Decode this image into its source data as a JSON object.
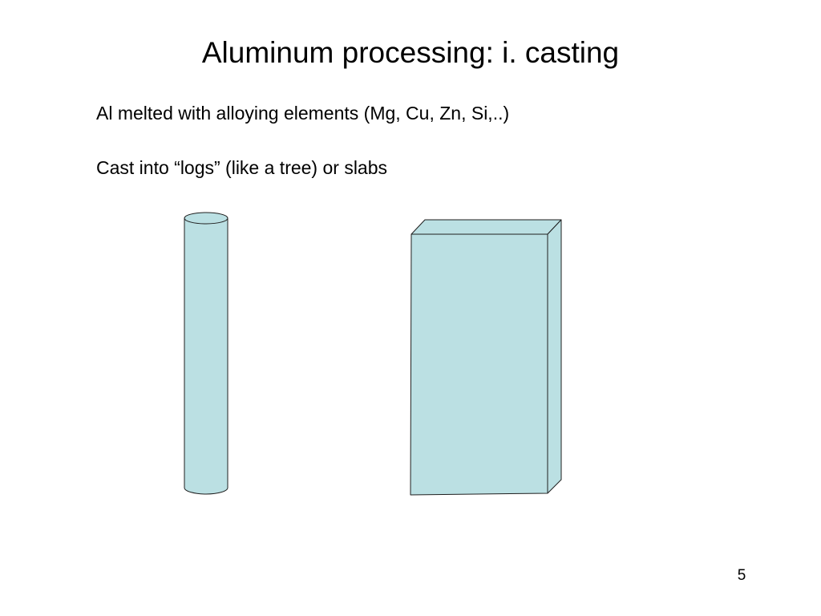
{
  "slide": {
    "title": "Aluminum processing: i. casting",
    "body_lines": [
      "Al melted with alloying elements (Mg, Cu, Zn, Si,..)",
      "Cast into “logs” (like a tree) or slabs"
    ],
    "page_number": "5"
  },
  "colors": {
    "background": "#ffffff",
    "shape_fill": "#bbe0e3",
    "shape_stroke": "#1f1f1f",
    "text": "#000000"
  }
}
